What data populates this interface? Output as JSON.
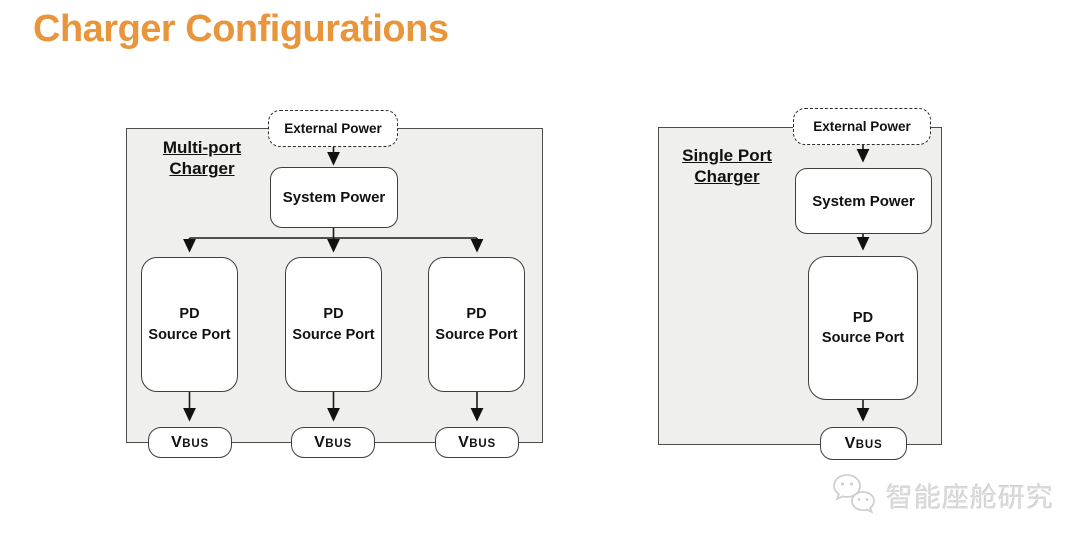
{
  "page": {
    "title": "Charger Configurations"
  },
  "colors": {
    "title_accent": "#E8953B",
    "container_fill": "#EFEFED",
    "line_color": "#1A1A1A",
    "watermark_gray": "#DADADA"
  },
  "multi_port": {
    "group_label_line1": "Multi-port",
    "group_label_line2": "Charger",
    "external_power_label": "External Power",
    "system_power_label": "System Power",
    "pd_ports": [
      {
        "line1": "PD",
        "line2": "Source Port",
        "vbus_v": "V",
        "vbus_bus": "BUS"
      },
      {
        "line1": "PD",
        "line2": "Source Port",
        "vbus_v": "V",
        "vbus_bus": "BUS"
      },
      {
        "line1": "PD",
        "line2": "Source Port",
        "vbus_v": "V",
        "vbus_bus": "BUS"
      }
    ]
  },
  "single_port": {
    "group_label_line1": "Single Port",
    "group_label_line2": "Charger",
    "external_power_label": "External Power",
    "system_power_label": "System Power",
    "pd_port": {
      "line1": "PD",
      "line2": "Source Port"
    },
    "vbus_v": "V",
    "vbus_bus": "BUS"
  },
  "watermark": {
    "text": "智能座舱研究",
    "icon": "wechat-icon"
  }
}
